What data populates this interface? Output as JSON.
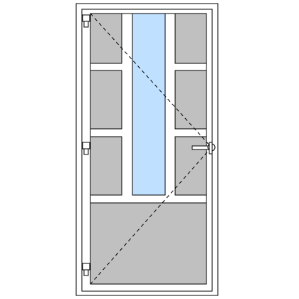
{
  "drawing": {
    "kind": "door-elevation",
    "hinge_side": "left",
    "hinge_count": 3,
    "opening_indicator": "dashed-diagonals",
    "handle_side": "right",
    "panel_rows": 3,
    "panel_columns": 3
  },
  "colors": {
    "background": "#ffffff",
    "outline": "#000000",
    "frame_fill": "#ffffff",
    "opaque_panel": "#c0c0c0",
    "glass_panel": "#bfe0ff"
  },
  "icons": {
    "hinge": "hinge-icon",
    "handle": "door-handle-icon"
  }
}
